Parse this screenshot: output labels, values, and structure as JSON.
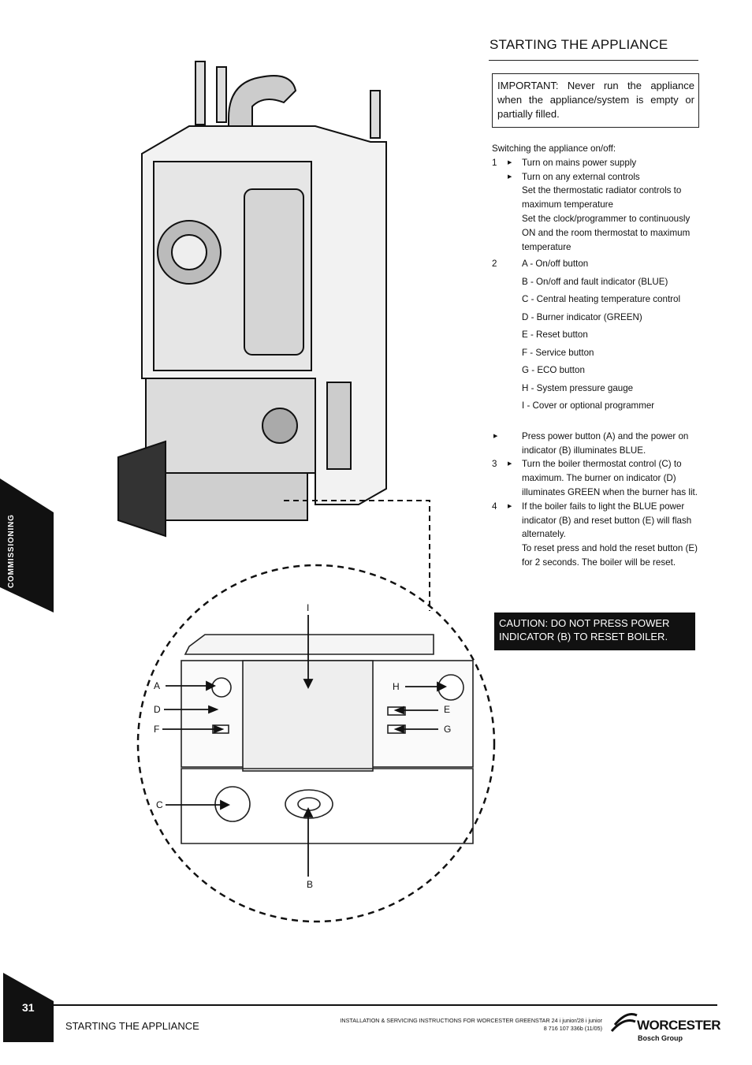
{
  "page": {
    "section_title": "STARTING THE APPLIANCE",
    "important": "IMPORTANT: Never run the appliance when the appliance/system is empty or partially filled.",
    "side_tab": "COMMISSIONING",
    "page_number": "31",
    "footer_title": "STARTING THE APPLIANCE",
    "footer_doc_line1": "INSTALLATION & SERVICING INSTRUCTIONS FOR WORCESTER GREENSTAR 24 i junior/28 i junior",
    "footer_doc_line2": "8 716 107 336b (11/05)",
    "logo_word": "WORCESTER",
    "logo_sub": "Bosch Group"
  },
  "steps": {
    "intro": "Switching the appliance on/off:",
    "s1_num": "1",
    "s1_a": "Turn on mains power supply",
    "s1_b": "Turn on any external controls",
    "s1_c": "Set the thermostatic radiator controls to maximum temperature",
    "s1_d": "Set the clock/programmer to continuously ON and the room thermostat to maximum temperature",
    "s2_num": "2",
    "legend": [
      "A - On/off button",
      "B - On/off and fault indicator (BLUE)",
      "C - Central heating temperature control",
      "D - Burner indicator (GREEN)",
      "E - Reset button",
      "F - Service button",
      "G - ECO button",
      "H - System pressure gauge",
      "I -  Cover or optional programmer"
    ],
    "s2_b": "Press power button (A) and the power on indicator (B) illuminates BLUE.",
    "s3_num": "3",
    "s3": "Turn the boiler thermostat control (C) to maximum. The burner on indicator (D) illuminates GREEN when the burner has lit.",
    "s4_num": "4",
    "s4_a": "If the boiler fails to light the BLUE power indicator (B) and reset button (E) will flash alternately.",
    "s4_b": "To reset press and hold the reset button (E) for 2 seconds. The boiler will be reset.",
    "caution": "CAUTION: DO NOT PRESS POWER INDICATOR (B) TO RESET BOILER."
  },
  "diagram_labels": {
    "A": "A",
    "B": "B",
    "C": "C",
    "D": "D",
    "E": "E",
    "F": "F",
    "G": "G",
    "H": "H",
    "I": "I"
  }
}
